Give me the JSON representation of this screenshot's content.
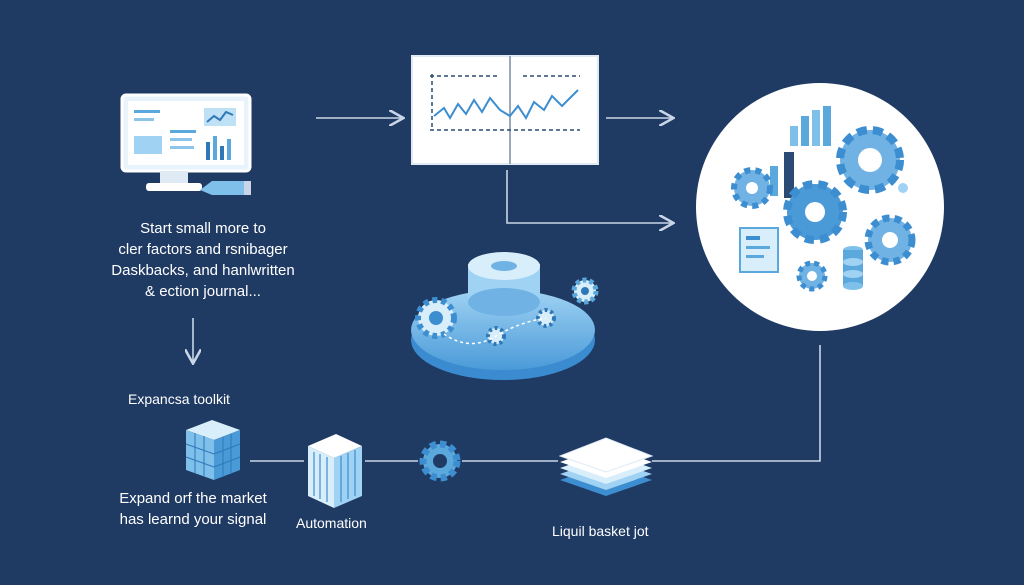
{
  "intro": {
    "lines": [
      "Start small more to",
      "cler factors and rsnibager",
      "Daskbacks, and hanlwritten",
      "& ection journal..."
    ]
  },
  "toolkit": {
    "title": "Expancsa toolkit"
  },
  "market": {
    "lines": [
      "Expand orf the market",
      "has learnd your signal"
    ]
  },
  "automation": {
    "label": "Automation"
  },
  "basket": {
    "label": "Liquil basket jot"
  },
  "colors": {
    "background": "#1f3a63",
    "line": "#c9d6e8",
    "accent": "#5aa8dc",
    "accent_dark": "#2f78b8",
    "circle": "#ffffff"
  },
  "icons": [
    "monitor-dashboard-icon",
    "pen-icon",
    "chart-book-icon",
    "gear-platform-icon",
    "gears-cluster-icon",
    "cube-stack-icon",
    "server-building-icon",
    "gear-icon",
    "layer-stack-icon"
  ]
}
